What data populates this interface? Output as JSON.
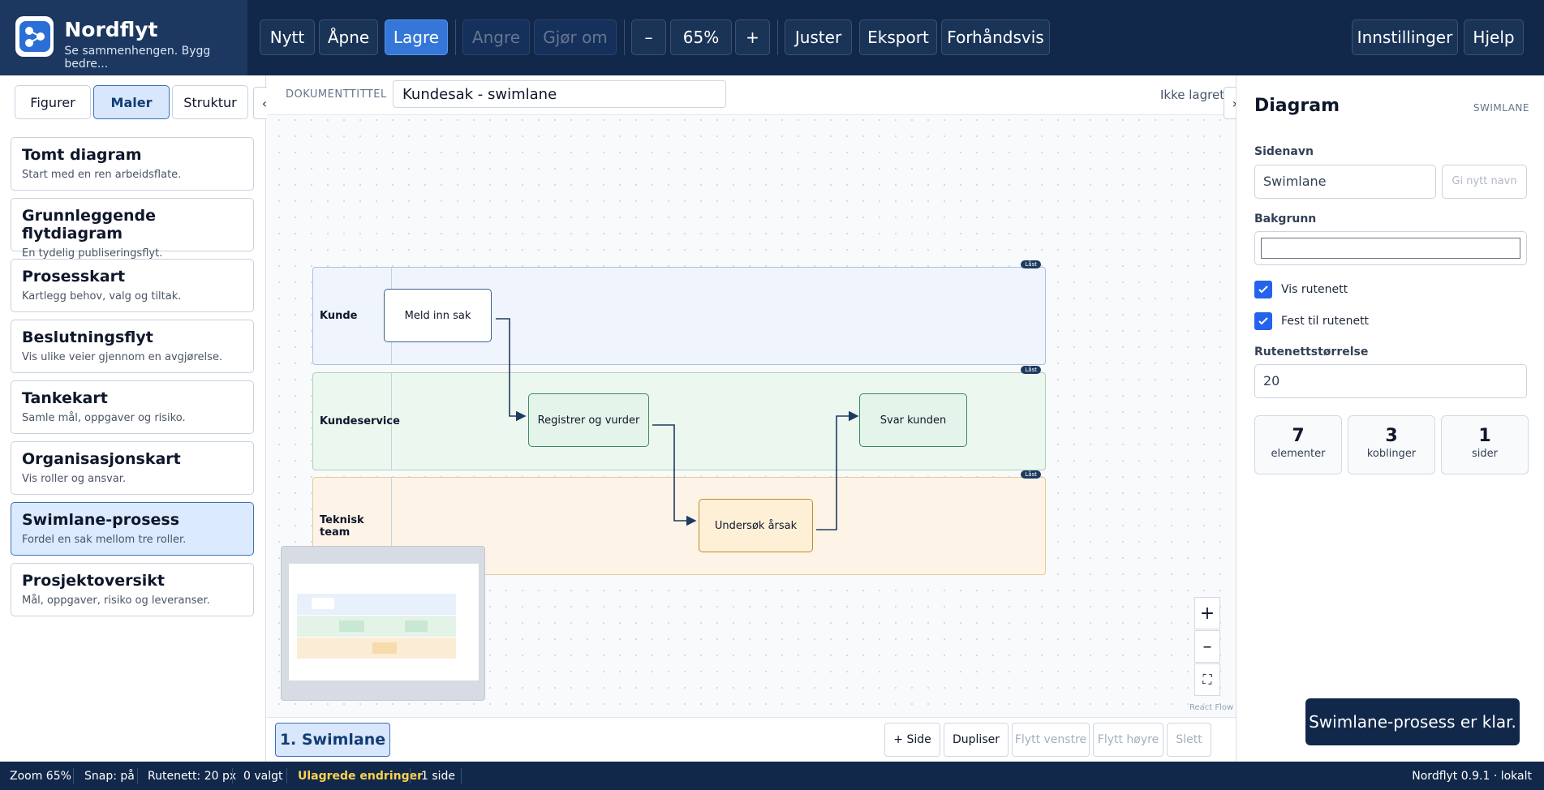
{
  "brand": {
    "title": "Nordflyt",
    "subtitle": "Se sammenhengen. Bygg bedre..."
  },
  "toolbar": {
    "new": "Nytt",
    "open": "Åpne",
    "save": "Lagre",
    "undo": "Angre",
    "redo": "Gjør om",
    "zoom_out": "–",
    "zoom": "65%",
    "zoom_in": "+",
    "align": "Juster",
    "export": "Eksport",
    "preview": "Forhåndsvis",
    "settings": "Innstillinger",
    "help": "Hjelp"
  },
  "left": {
    "tabs": [
      "Figurer",
      "Maler",
      "Struktur"
    ],
    "collapse": "‹",
    "templates": [
      {
        "title": "Tomt diagram",
        "desc": "Start med en ren arbeidsflate."
      },
      {
        "title": "Grunnleggende flytdiagram",
        "desc": "En tydelig publiseringsflyt."
      },
      {
        "title": "Prosesskart",
        "desc": "Kartlegg behov, valg og tiltak."
      },
      {
        "title": "Beslutningsflyt",
        "desc": "Vis ulike veier gjennom en avgjørelse."
      },
      {
        "title": "Tankekart",
        "desc": "Samle mål, oppgaver og risiko."
      },
      {
        "title": "Organisasjonskart",
        "desc": "Vis roller og ansvar."
      },
      {
        "title": "Swimlane-prosess",
        "desc": "Fordel en sak mellom tre roller."
      },
      {
        "title": "Prosjektoversikt",
        "desc": "Mål, oppgaver, risiko og leveranser."
      }
    ]
  },
  "doc": {
    "label": "DOKUMENTTITTEL",
    "title": "Kundesak - swimlane",
    "status": "Ikke lagret",
    "expand": "›"
  },
  "lanes": [
    {
      "label": "Kunde",
      "lock": "Låst",
      "color": "#f0f5fd",
      "border": "#aac0e0"
    },
    {
      "label": "Kundeservice",
      "lock": "Låst",
      "color": "#ecf7f0",
      "border": "#a9d4b7"
    },
    {
      "label": "Teknisk team",
      "lock": "Låst",
      "color": "#fdf4e7",
      "border": "#e8c99a"
    }
  ],
  "nodes": {
    "n1": "Meld inn sak",
    "n2": "Registrer og vurder",
    "n3": "Svar kunden",
    "n4": "Undersøk årsak"
  },
  "zoomctl": {
    "plus": "+",
    "minus": "–",
    "fit": "⛶"
  },
  "attribution": "React Flow",
  "pages": {
    "tab": "1. Swimlane",
    "add": "+ Side",
    "duplicate": "Dupliser",
    "move_left": "Flytt venstre",
    "move_right": "Flytt høyre",
    "delete": "Slett"
  },
  "right": {
    "title": "Diagram",
    "type": "SWIMLANE",
    "page_name_label": "Sidenavn",
    "page_name": "Swimlane",
    "rename": "Gi nytt navn",
    "bg_label": "Bakgrunn",
    "show_grid": "Vis rutenett",
    "snap_grid": "Fest til rutenett",
    "grid_size_label": "Rutenettstørrelse",
    "grid_size": "20",
    "stats": [
      {
        "n": "7",
        "l": "elementer"
      },
      {
        "n": "3",
        "l": "koblinger"
      },
      {
        "n": "1",
        "l": "sider"
      }
    ]
  },
  "status": {
    "zoom": "Zoom 65%",
    "snap": "Snap: på",
    "grid": "Rutenett: 20 px",
    "selected": "0 valgt",
    "unsaved": "Ulagrede endringer",
    "pages": "1 side",
    "version": "Nordflyt 0.9.1 · lokalt"
  },
  "toast": "Swimlane-prosess er klar."
}
